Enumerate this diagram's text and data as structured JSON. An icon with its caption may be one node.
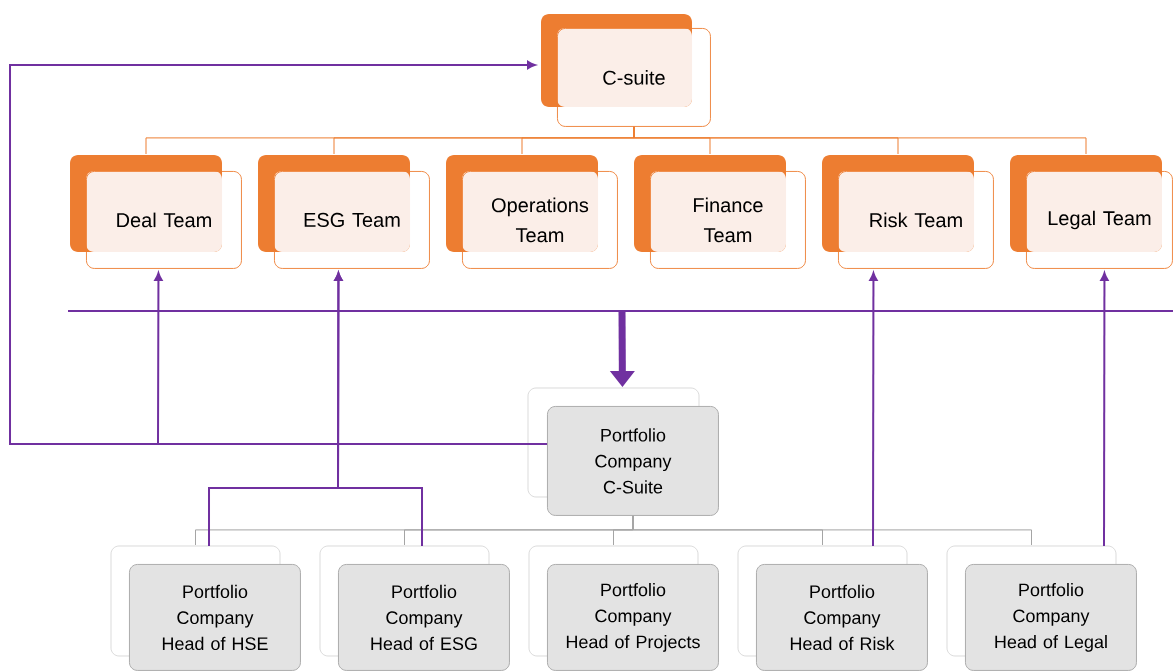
{
  "diagram": {
    "nodes": [
      {
        "text": [
          "C-suite"
        ]
      },
      {
        "text": [
          "Deal Team"
        ]
      },
      {
        "text": [
          "ESG Team"
        ]
      },
      {
        "text": [
          "Operations Team"
        ]
      },
      {
        "text": [
          "Finance Team"
        ]
      },
      {
        "text": [
          "Risk Team"
        ]
      },
      {
        "text": [
          "Legal Team"
        ]
      },
      {
        "text": [
          "Portfolio Company C-Suite"
        ]
      },
      {
        "text": [
          "Portfolio Company Head of HSE"
        ]
      },
      {
        "text": [
          "Portfolio Company Head of ESG"
        ]
      },
      {
        "text": [
          "Portfolio Company Head of Projects"
        ]
      },
      {
        "text": [
          "Portfolio Company Head of Risk"
        ]
      },
      {
        "text": [
          "Portfolio Company Head of Legal"
        ]
      }
    ],
    "edges": [
      {
        "from": 0,
        "to": 1,
        "arrow": "none",
        "color": "#ed7d31"
      },
      {
        "from": 0,
        "to": 2,
        "arrow": "none",
        "color": "#ed7d31"
      },
      {
        "from": 0,
        "to": 3,
        "arrow": "none",
        "color": "#ed7d31"
      },
      {
        "from": 0,
        "to": 4,
        "arrow": "none",
        "color": "#ed7d31"
      },
      {
        "from": 0,
        "to": 5,
        "arrow": "none",
        "color": "#ed7d31"
      },
      {
        "from": 0,
        "to": 6,
        "arrow": "none",
        "color": "#ed7d31"
      },
      {
        "from": 7,
        "to": 8,
        "arrow": "none",
        "color": "#a5a5a5"
      },
      {
        "from": 7,
        "to": 9,
        "arrow": "none",
        "color": "#a5a5a5"
      },
      {
        "from": 7,
        "to": 10,
        "arrow": "none",
        "color": "#a5a5a5"
      },
      {
        "from": 7,
        "to": 11,
        "arrow": "none",
        "color": "#a5a5a5"
      },
      {
        "from": 7,
        "to": 12,
        "arrow": "none",
        "color": "#a5a5a5"
      },
      {
        "from": 7,
        "to": 0,
        "arrow": "to"
      },
      {
        "from": 7,
        "to": 1,
        "arrow": "to"
      },
      {
        "from": 8,
        "to": 2,
        "arrow": "to"
      },
      {
        "from": 9,
        "to": 2,
        "arrow": "to"
      },
      {
        "from": 11,
        "to": 5,
        "arrow": "to"
      },
      {
        "from": 12,
        "to": 6,
        "arrow": "to"
      },
      {
        "from": null,
        "to": 7,
        "arrow": "to",
        "style": "thick"
      }
    ]
  }
}
